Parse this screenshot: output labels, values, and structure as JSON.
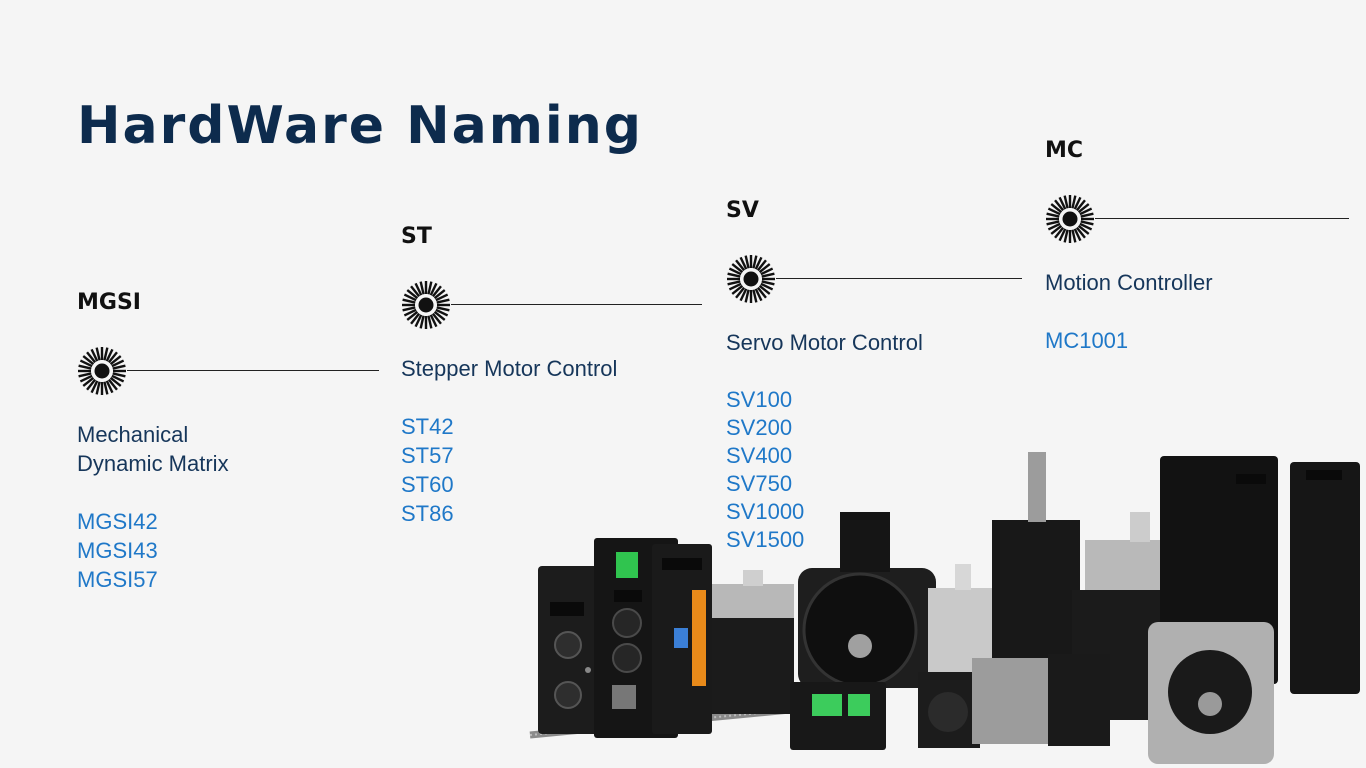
{
  "page": {
    "title": "HardWare  Naming"
  },
  "columns": [
    {
      "code": "MGSI",
      "description": "Mechanical\nDynamic Matrix",
      "models": [
        "MGSI42",
        "MGSI43",
        "MGSI57"
      ]
    },
    {
      "code": "ST",
      "description": "Stepper Motor Control",
      "models": [
        "ST42",
        "ST57",
        "ST60",
        "ST86"
      ]
    },
    {
      "code": "SV",
      "description": "Servo Motor Control",
      "models": [
        "SV100",
        "SV200",
        "SV400",
        "SV750",
        "SV1000",
        "SV1500"
      ]
    },
    {
      "code": "MC",
      "description": "Motion Controller",
      "models": [
        "MC1001"
      ]
    }
  ],
  "colors": {
    "title": "#0d2b4d",
    "description": "#16365a",
    "model_link": "#1f78c8",
    "marker": "#111111",
    "background": "#f5f5f5"
  },
  "icons": {
    "marker": "sunburst-dot-icon"
  },
  "images": {
    "products": "motor-and-driver-product-photo"
  }
}
